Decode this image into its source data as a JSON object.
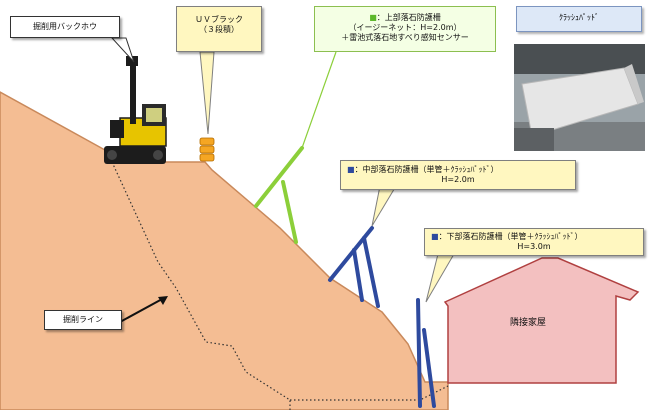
{
  "labels": {
    "excavator": "掘削用バックホウ",
    "uv_block_line1": "ＵＶブラック",
    "uv_block_line2": "（３段積）",
    "upper_fence_line1": "：上部落石防護柵",
    "upper_fence_line2": "（イージーネット：H=2.0m）",
    "upper_fence_line3": "＋雷池式落石地すべり感知センサー",
    "cushion_pad": "ｸﾗｯｼｭﾊﾟｯﾄﾞ",
    "middle_fence_line1": "：中部落石防護柵（単管＋ｸﾗｯｼｭﾊﾟｯﾄﾞ）",
    "middle_fence_line2": "H=2.0m",
    "lower_fence_line1": "：下部落石防護柵（単管＋ｸﾗｯｼｭﾊﾟｯﾄﾞ）",
    "lower_fence_line2": "H=3.0m",
    "excavation_line": "掘削ライン",
    "neighbor_house": "隣接家屋",
    "marker_symbol": "■"
  },
  "colors": {
    "slope_fill": "#f4bd93",
    "slope_edge": "#c9895b",
    "upper_fence": "#8ccf3a",
    "mid_lower_fence": "#2e4a9e",
    "house_fill": "#f3c0c0",
    "house_edge": "#b04040",
    "uv_block": "#f5a623",
    "excavator_body": "#e7c400",
    "callout_fill": "#fff7c0"
  }
}
